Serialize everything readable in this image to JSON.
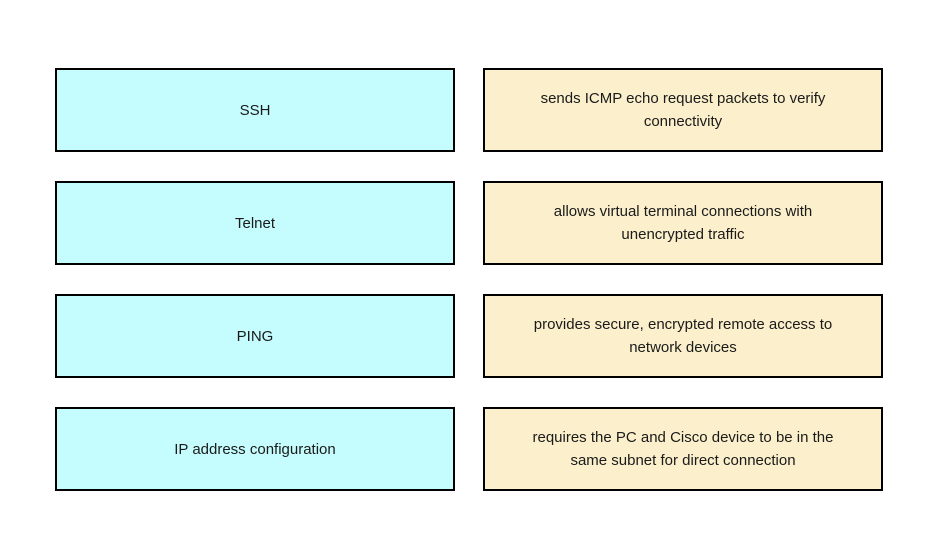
{
  "colors": {
    "page_bg": "#ffffff",
    "term_bg": "#c5fdfe",
    "desc_bg": "#fcf0cc",
    "box_border": "#000000",
    "text_color": "#1a1a1a"
  },
  "rows": [
    {
      "term": "SSH",
      "description": "sends ICMP echo request packets to verify connectivity"
    },
    {
      "term": "Telnet",
      "description": "allows virtual terminal connections with unencrypted traffic"
    },
    {
      "term": "PING",
      "description": "provides secure, encrypted remote access to network devices"
    },
    {
      "term": "IP address configuration",
      "description": "requires the PC and Cisco device to be in the same subnet for direct connection"
    }
  ]
}
